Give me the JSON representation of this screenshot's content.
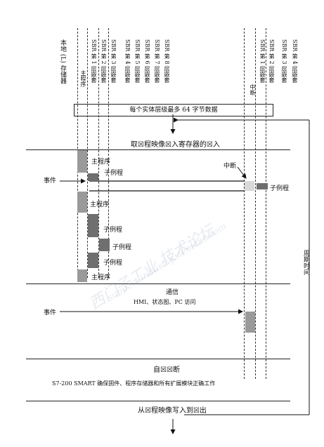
{
  "column_labels_left": {
    "local_storage": "本地 (L) 存储器",
    "main_program": "主程序",
    "sbr1": "SBR 第 1 层嵌套",
    "sbr2": "SBR 第 2 层嵌套",
    "sbr3": "SBR 第 3 层嵌套",
    "sbr4": "SBR 第 4 层嵌套",
    "sbr5": "SBR 第 5 层嵌套",
    "sbr6": "SBR 第 6 层嵌套",
    "sbr7": "SBR 第 7 层嵌套",
    "sbr8": "SBR 第 8 层嵌套"
  },
  "column_labels_right": {
    "interrupt": "中断",
    "sbr1": "SBR 第 1 层嵌套",
    "sbr2": "SBR 第 2 层嵌套",
    "sbr3": "SBR 第 3 层嵌套",
    "sbr4": "SBR 第 4 层嵌套"
  },
  "header_box": "每个实体层级最多 64 字节数据",
  "stages": {
    "read_inputs": "取☒程映像☒入寄存器的☒入",
    "communication": "通信",
    "communication_sub": "HMI、状态图、PC 访问",
    "self_diagnosis": "自☒☒断",
    "self_diagnosis_sub": "S7-200 SMART 确保固件、程序存储器和所有扩展模块正确工作",
    "write_outputs": "从☒程映像写入到☒出"
  },
  "execution_labels": {
    "main1": "主程序",
    "sub1": "子例程",
    "interrupt": "中断",
    "sub_int": "子例程",
    "main2": "主程序",
    "sub2": "子例程",
    "sub3": "子例程",
    "sub4": "子例程",
    "main3": "主程序"
  },
  "event_labels": {
    "event1": "事件",
    "event2": "事件"
  },
  "cycle_time": "周期时间",
  "watermark": {
    "line1": "西门子工业 技术论坛",
    "line2": "support.industry.siemens.com"
  }
}
